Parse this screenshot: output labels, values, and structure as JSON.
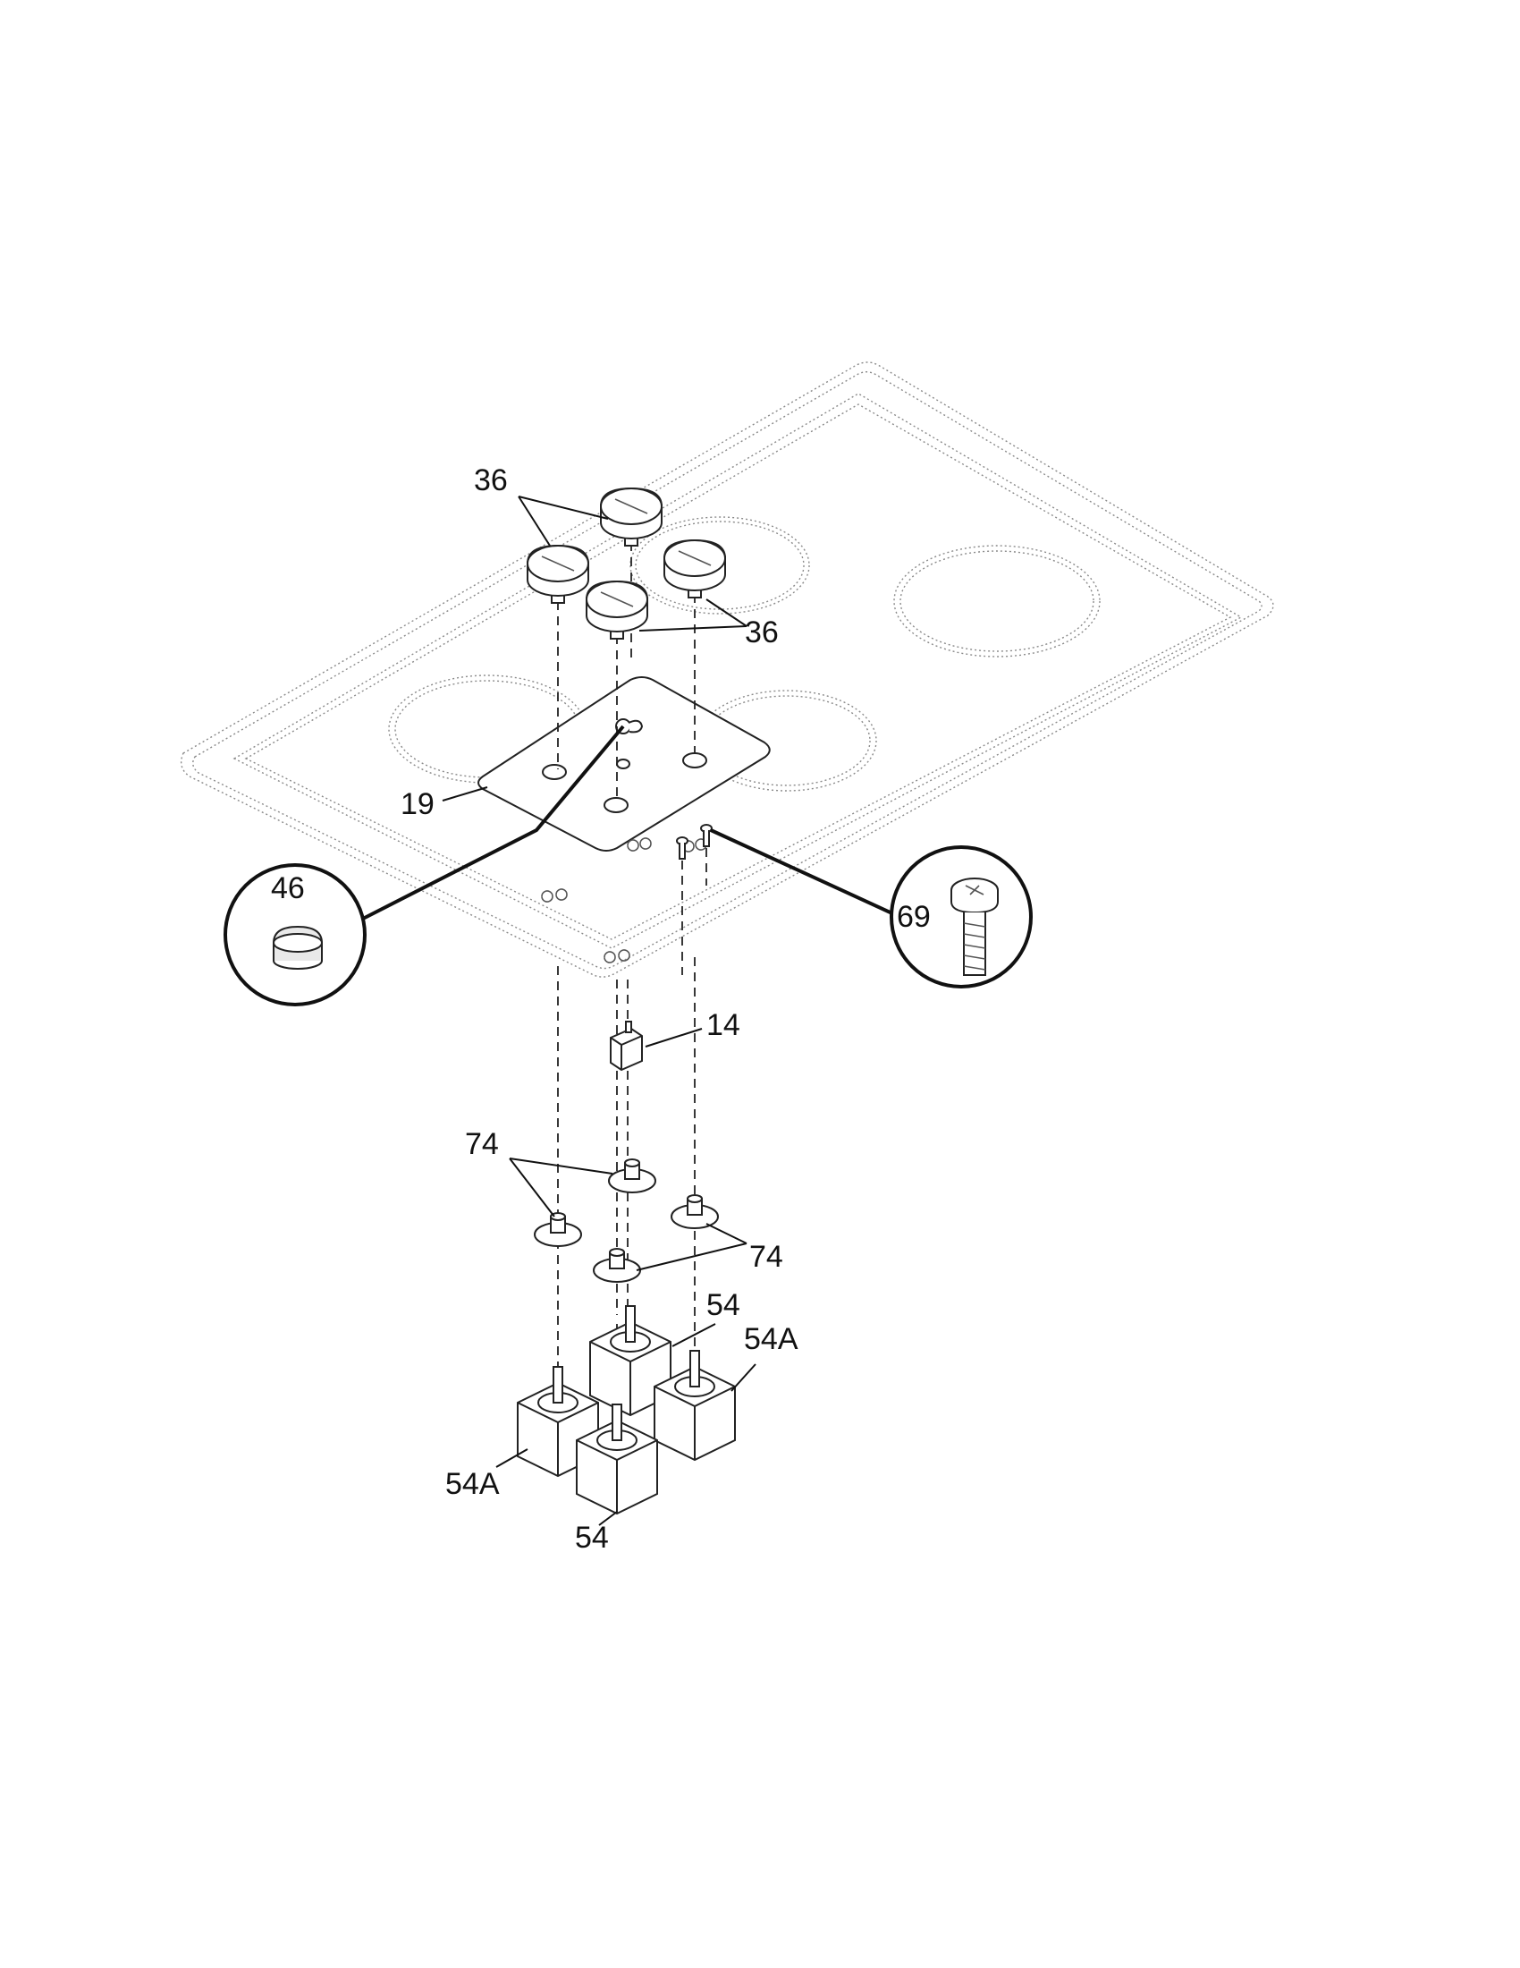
{
  "labels": {
    "knob_top": "36",
    "knob_right": "36",
    "panel": "19",
    "plug": "46",
    "screw": "69",
    "switch": "14",
    "bezel_top": "74",
    "bezel_bottom": "74",
    "control_back": "54",
    "control_right": "54A",
    "control_left": "54A",
    "control_front": "54"
  }
}
